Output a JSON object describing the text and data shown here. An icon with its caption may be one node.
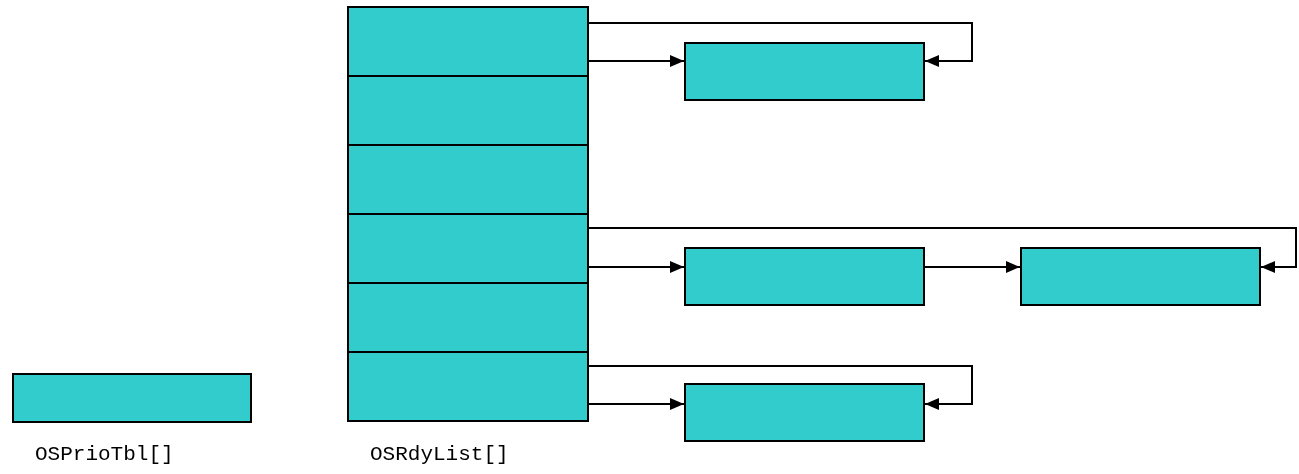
{
  "diagram": {
    "nodes": [
      {
        "text": [],
        "shape": "box",
        "beside": [
          "OSPrioTbl[]"
        ]
      },
      {
        "text": [],
        "shape": "box",
        "beside": [
          "OSRdyList[]"
        ]
      },
      {
        "text": [],
        "shape": "box",
        "in": 1
      },
      {
        "text": [],
        "shape": "box",
        "in": 1
      },
      {
        "text": [],
        "shape": "box",
        "in": 1
      },
      {
        "text": [],
        "shape": "box",
        "in": 1
      },
      {
        "text": [],
        "shape": "box",
        "in": 1
      },
      {
        "text": [],
        "shape": "box",
        "in": 1
      },
      {
        "text": [],
        "shape": "box"
      },
      {
        "text": [],
        "shape": "box"
      },
      {
        "text": [],
        "shape": "box"
      },
      {
        "text": [],
        "shape": "box"
      }
    ],
    "edges": [
      {
        "from": 2,
        "to": 8,
        "arrow": "to"
      },
      {
        "from": 2,
        "to": 8,
        "arrow": "to"
      },
      {
        "from": 5,
        "to": 9,
        "arrow": "to"
      },
      {
        "from": 9,
        "to": 10,
        "arrow": "to"
      },
      {
        "from": 5,
        "to": 10,
        "arrow": "to"
      },
      {
        "from": 7,
        "to": 11,
        "arrow": "to"
      },
      {
        "from": 7,
        "to": 11,
        "arrow": "to"
      }
    ]
  }
}
